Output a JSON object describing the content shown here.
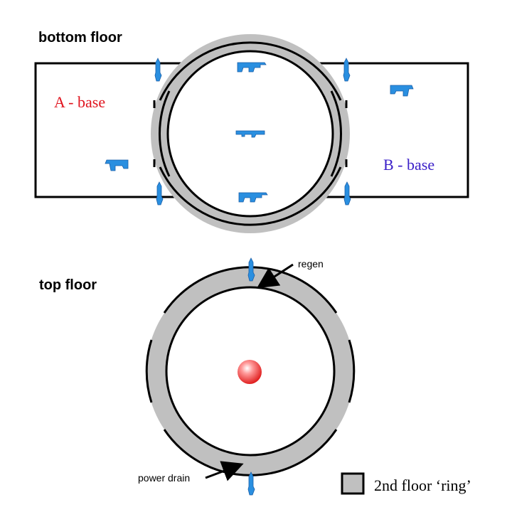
{
  "headings": {
    "bottom_floor": "bottom floor",
    "top_floor": "top floor"
  },
  "bases": {
    "a_label": "A - base",
    "b_label": "B - base",
    "a_color": "#e0141e",
    "b_color": "#3a1fc8"
  },
  "annotations": {
    "regen": "regen",
    "power_drain": "power drain"
  },
  "legend": {
    "label": "2nd floor  ‘ring’"
  },
  "colors": {
    "ring_fill": "#c0c0c0",
    "stroke": "#000000",
    "item_blue": "#2a8fe0",
    "powerup_red": "#ff5a5a"
  },
  "icons": {
    "weapon": "weapon-icon",
    "pickup": "pickup-icon",
    "powerup": "powerup-orb-icon"
  }
}
